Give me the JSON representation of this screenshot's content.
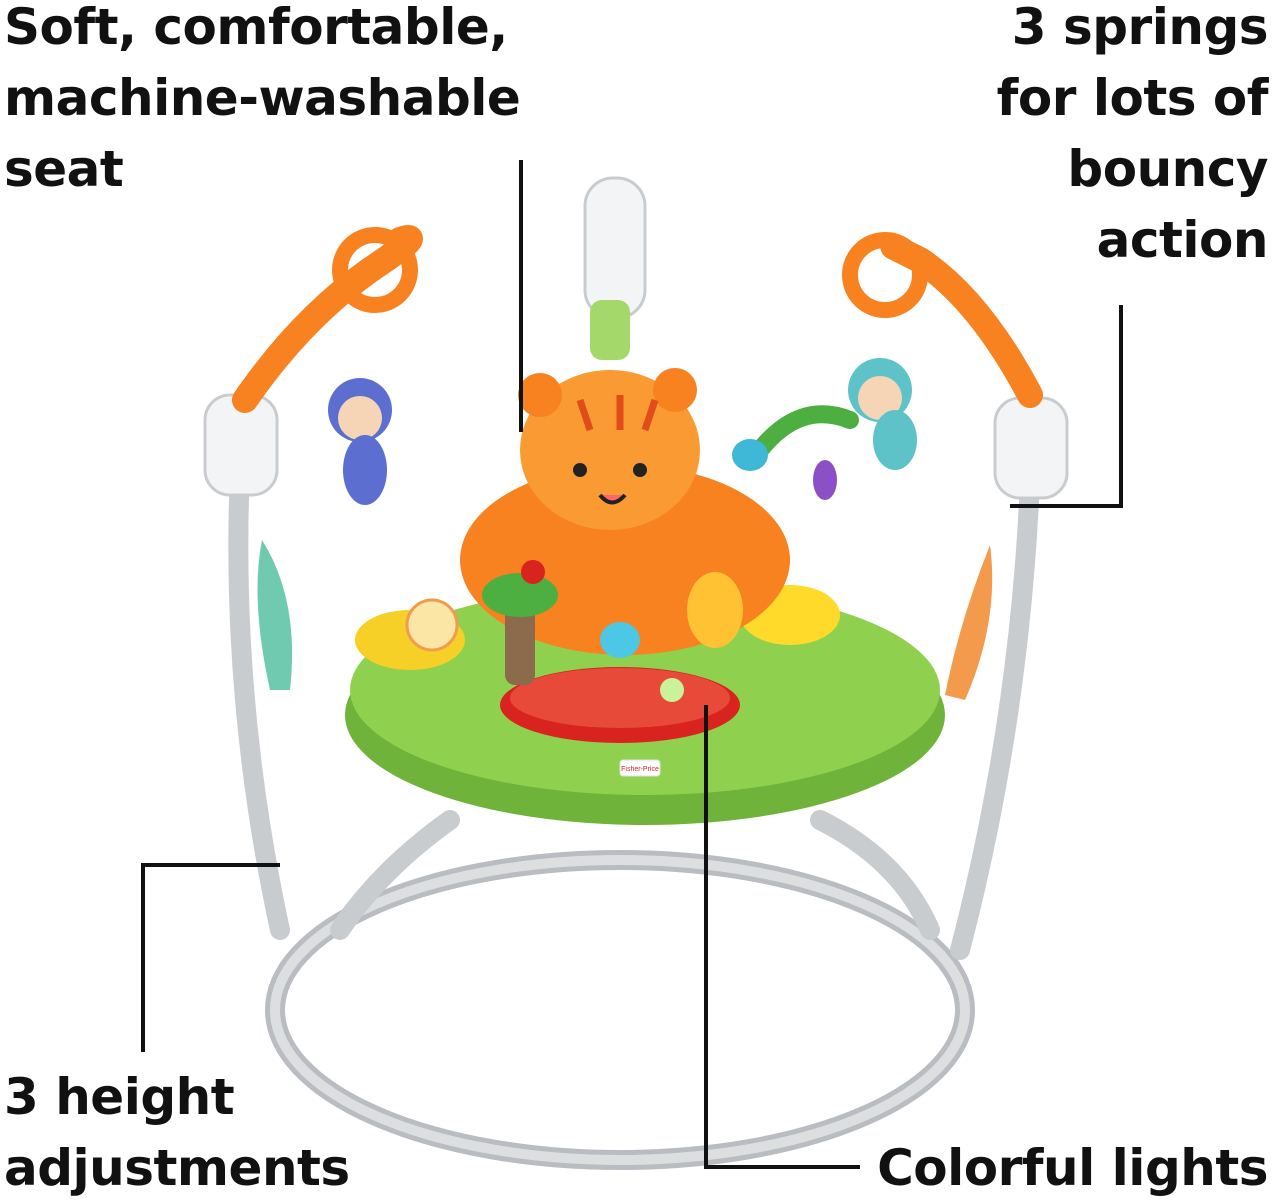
{
  "callouts": {
    "seat": {
      "lines": [
        "Soft, comfortable,",
        "machine-washable",
        "seat"
      ]
    },
    "springs": {
      "lines": [
        "3 springs",
        "for lots of",
        "bouncy",
        "action"
      ]
    },
    "height": {
      "lines": [
        "3 height",
        "adjustments"
      ]
    },
    "lights": {
      "lines": [
        "Colorful lights"
      ]
    }
  },
  "product": {
    "logo": "Fisher-Price",
    "colors": {
      "tray": "#8fd14f",
      "seat": "#f7821f",
      "frame": "#c9cccf",
      "toy_panel": "#d8231f",
      "text": "#111111"
    }
  }
}
